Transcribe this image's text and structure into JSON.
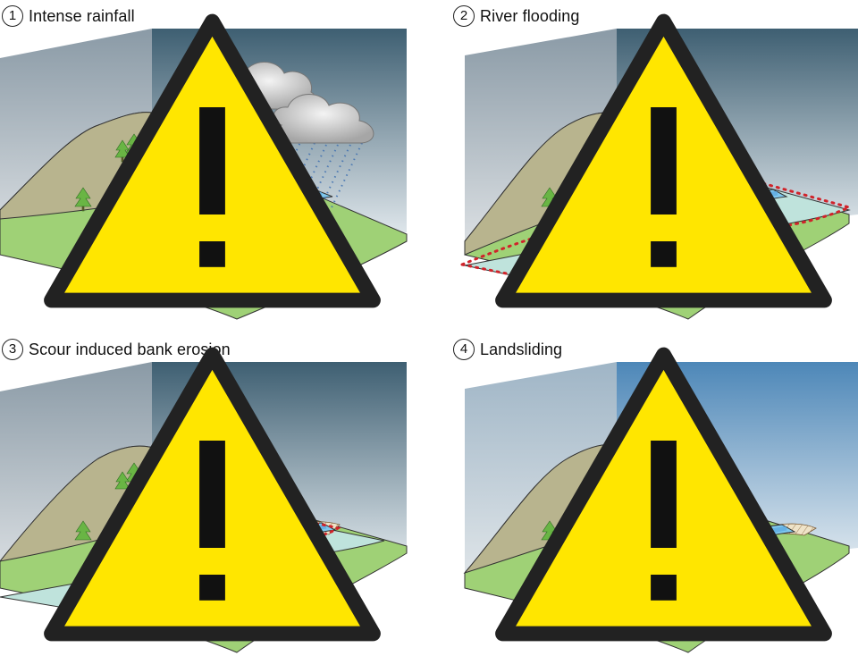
{
  "panels": [
    {
      "number": "1",
      "title": "Intense rainfall",
      "icon": "warning-icon"
    },
    {
      "number": "2",
      "title": "River flooding",
      "icon": "warning-icon"
    },
    {
      "number": "3",
      "title": "Scour induced bank erosion",
      "icon": "warning-icon"
    },
    {
      "number": "4",
      "title": "Landsliding",
      "icon": "warning-icon"
    }
  ],
  "colors": {
    "sky_top": "#3e5f72",
    "sky_bottom": "#e8eef2",
    "wall_left": "#c9d0d6",
    "grass": "#9fd176",
    "hill": "#b8b48e",
    "river": "#7fc8ee",
    "river_deep": "#5aa6e0",
    "flood": "#bfe3dc",
    "outline_dashed": "#d0232a",
    "warning_yellow": "#ffe600",
    "tree": "#69b544"
  }
}
